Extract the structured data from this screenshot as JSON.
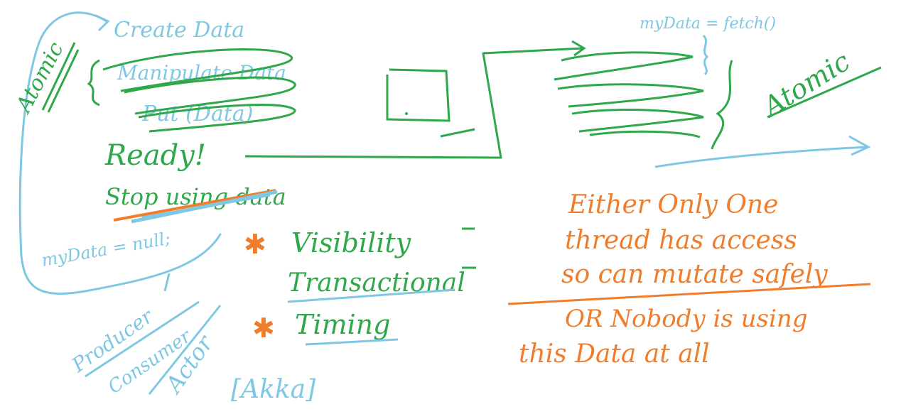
{
  "colors": {
    "blue": "#7ec8e3",
    "green": "#2ea84a",
    "orange": "#f07d2b",
    "background": "#ffffff"
  },
  "left": {
    "atomic_vertical": "Atomic",
    "steps": [
      "Create Data",
      "Manipulate Data",
      "Put (Data)"
    ],
    "ready": "Ready!",
    "stop_using": "Stop using data",
    "null_assign": "myData = null;"
  },
  "concerns": {
    "visibility": "Visibility",
    "transactional": "Transactional",
    "timing": "Timing"
  },
  "patterns": {
    "producer": "Producer",
    "consumer": "Consumer",
    "actor": "Actor",
    "akka": "[Akka]"
  },
  "right": {
    "assign": "myData = fetch()",
    "atomic": "Atomic"
  },
  "rule": {
    "line1": "Either Only One",
    "line2": "thread has access",
    "line3": "so can mutate safely",
    "or_line": "OR Nobody is using",
    "last_line": "this Data at all"
  }
}
